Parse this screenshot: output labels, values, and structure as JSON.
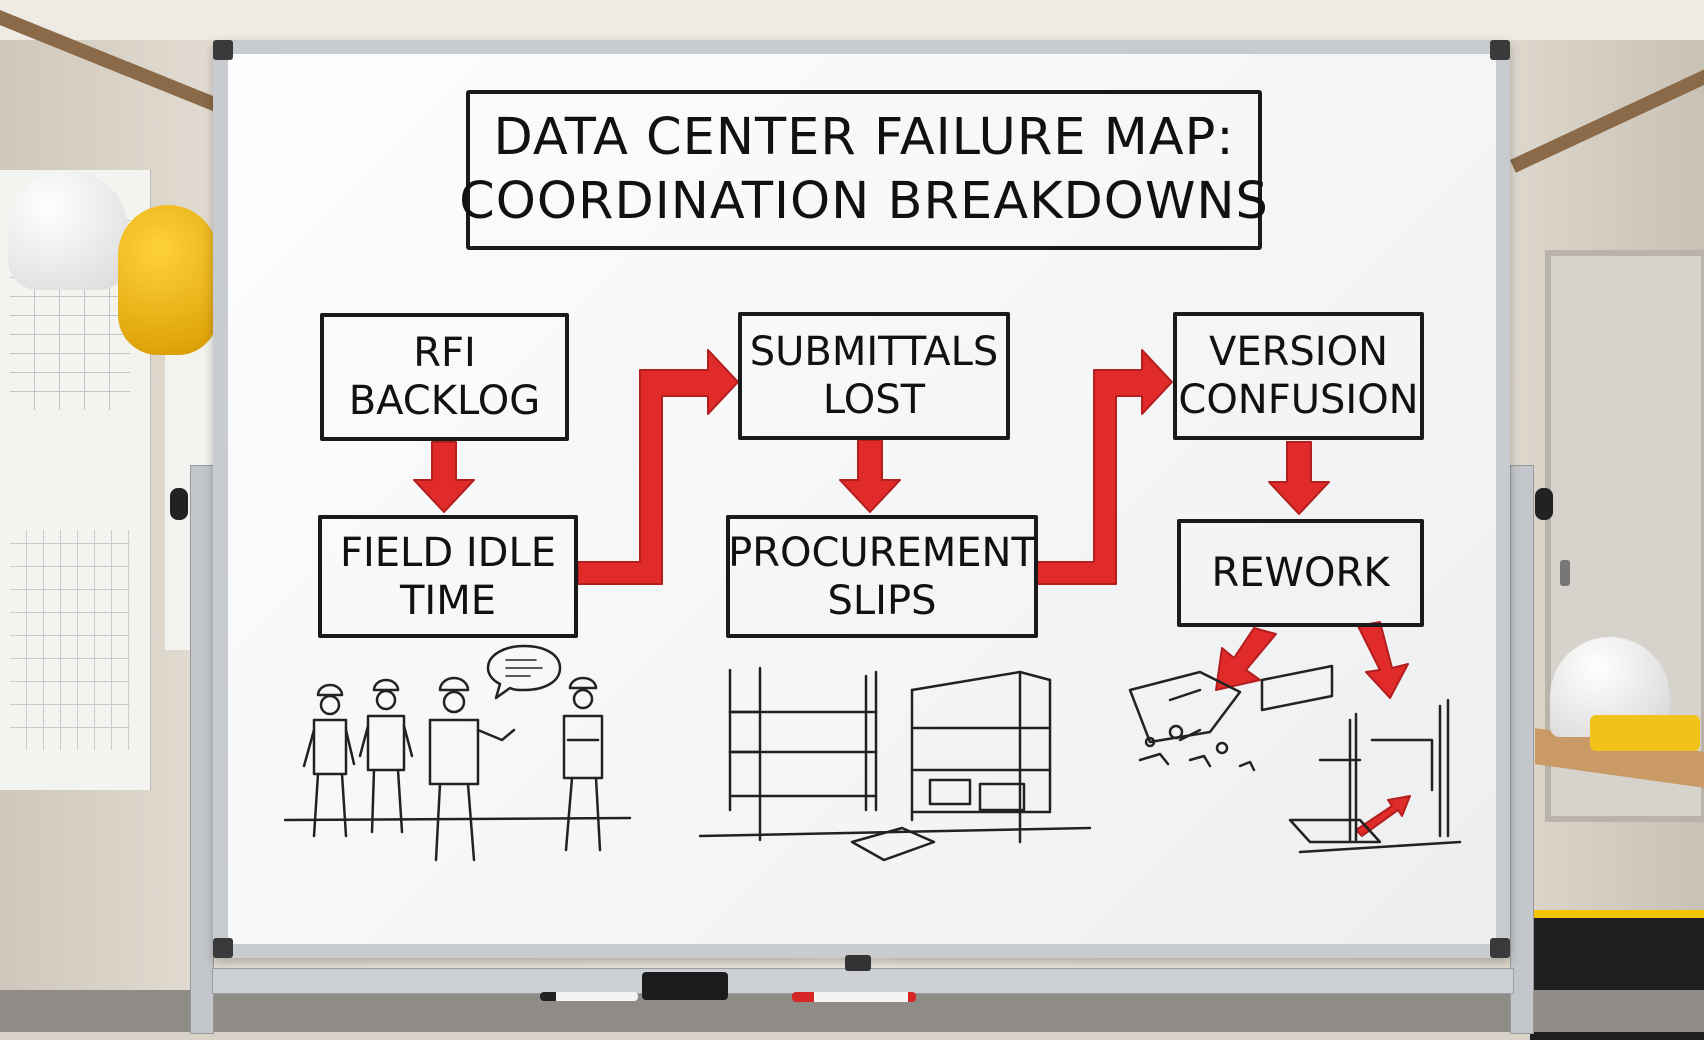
{
  "board": {
    "title_line_1": "DATA CENTER FAILURE MAP:",
    "title_line_2": "COORDINATION BREAKDOWNS"
  },
  "nodes": {
    "rfi_backlog": [
      "RFI",
      "BACKLOG"
    ],
    "field_idle_time": [
      "FIELD IDLE",
      "TIME"
    ],
    "submittals_lost": [
      "SUBMITTALS",
      "LOST"
    ],
    "procurement_slips": [
      "PROCUREMENT",
      "SLIPS"
    ],
    "version_confusion": [
      "VERSION",
      "CONFUSION"
    ],
    "rework": [
      "REWORK"
    ]
  },
  "flow": [
    [
      "RFI BACKLOG",
      "FIELD IDLE TIME"
    ],
    [
      "FIELD IDLE TIME",
      "SUBMITTALS LOST"
    ],
    [
      "SUBMITTALS LOST",
      "PROCUREMENT SLIPS"
    ],
    [
      "PROCUREMENT SLIPS",
      "VERSION CONFUSION"
    ],
    [
      "VERSION CONFUSION",
      "REWORK"
    ]
  ],
  "colors": {
    "ink": "#111111",
    "arrow_red": "#e12a2a",
    "board_white": "#fdfdfd"
  },
  "illustrations": [
    "workers-idle-sketch",
    "empty-shelves-sketch",
    "demolition-rework-sketch"
  ]
}
